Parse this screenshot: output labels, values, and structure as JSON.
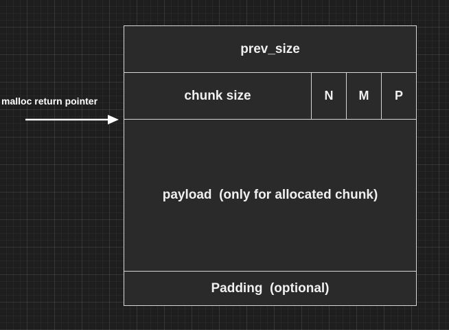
{
  "diagram": {
    "fields": {
      "prev_size": "prev_size",
      "chunk_size": "chunk size",
      "flag_n": "N",
      "flag_m": "M",
      "flag_p": "P",
      "payload": "payload  (only for allocated chunk)",
      "padding": "Padding  (optional)"
    },
    "pointer_label": "malloc return pointer",
    "colors": {
      "box_fill": "#2a2a2a",
      "box_border": "#d8d8d8",
      "text": "#f0f0f0",
      "canvas": "#1e1e1e"
    }
  }
}
